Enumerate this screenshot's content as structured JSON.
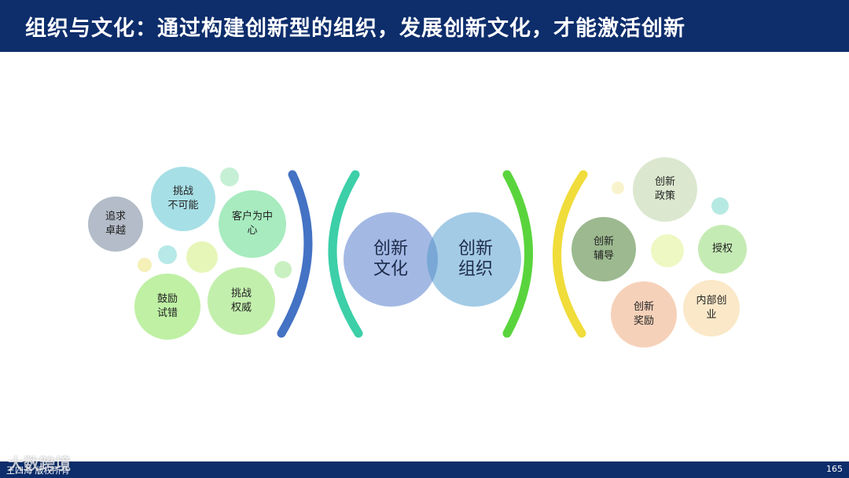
{
  "header": {
    "title": "组织与文化：通过构建创新型的组织，发展创新文化，才能激活创新"
  },
  "core": {
    "left": "创新\n文化",
    "right": "创新\n组织"
  },
  "left_bubbles": [
    {
      "text": "追求\n卓越",
      "color": "#b3bcc8"
    },
    {
      "text": "挑战\n不可能",
      "color": "#a7dfe6"
    },
    {
      "text": "客户为中\n心",
      "color": "#a7ebbf"
    },
    {
      "text": "鼓励\n试错",
      "color": "#bff0a4"
    },
    {
      "text": "挑战\n权威",
      "color": "#c3efad"
    }
  ],
  "right_bubbles": [
    {
      "text": "创新\n政策",
      "color": "#dbe8cf"
    },
    {
      "text": "创新\n辅导",
      "color": "#9cb98f"
    },
    {
      "text": "授权",
      "color": "#c5ebb4"
    },
    {
      "text": "创新\n奖励",
      "color": "#f6d1b9"
    },
    {
      "text": "内部创\n业",
      "color": "#fbe8c8"
    }
  ],
  "footer": {
    "left": "王四海 版权所有",
    "page": "165"
  },
  "watermark": "大数跨境",
  "colors": {
    "title_bar": "#0d2d6b",
    "bracket_blue": "#4472c4",
    "bracket_teal": "#3ccfa8",
    "bracket_green": "#5ad43c",
    "bracket_yellow": "#f0dc3a",
    "core_left": "#a3b9e4",
    "core_right": "#a3cbe6",
    "core_overlap": "#7aa7d6"
  }
}
